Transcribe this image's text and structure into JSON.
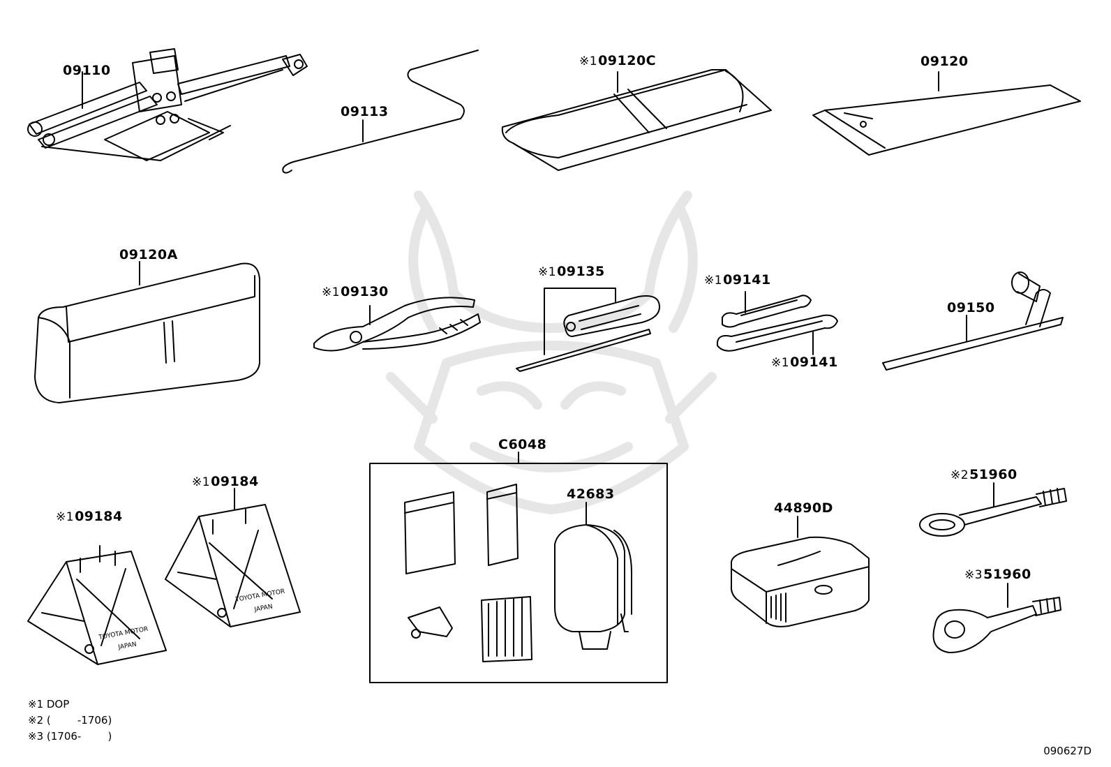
{
  "labels": {
    "jack": {
      "text": "09110",
      "mark": ""
    },
    "handle": {
      "text": "09113",
      "mark": ""
    },
    "bag_c": {
      "text": "09120C",
      "mark": "※1"
    },
    "bag": {
      "text": "09120",
      "mark": ""
    },
    "bag_a": {
      "text": "09120A",
      "mark": ""
    },
    "pliers": {
      "text": "09130",
      "mark": "※1"
    },
    "screwdriver": {
      "text": "09135",
      "mark": "※1"
    },
    "wrench_top": {
      "text": "09141",
      "mark": "※1"
    },
    "wrench_bottom": {
      "text": "09141",
      "mark": "※1"
    },
    "lug_wrench": {
      "text": "09150",
      "mark": ""
    },
    "kit": {
      "text": "C6048",
      "mark": ""
    },
    "compressor": {
      "text": "42683",
      "mark": ""
    },
    "sealant": {
      "text": "44890D",
      "mark": ""
    },
    "chock_left": {
      "text": "09184",
      "mark": "※1"
    },
    "chock_right": {
      "text": "09184",
      "mark": "※1"
    },
    "tow_hook_2": {
      "text": "51960",
      "mark": "※2"
    },
    "tow_hook_3": {
      "text": "51960",
      "mark": "※3"
    }
  },
  "chock_print": {
    "line1": "TOYOTA MOTOR",
    "line2": "JAPAN"
  },
  "legend": [
    "※1 DOP",
    "※2 (        -1706)",
    "※3 (1706-        )"
  ],
  "diagram_code": "090627D",
  "colors": {
    "line": "#000000",
    "watermark": "#e6e6e6",
    "background": "#ffffff"
  }
}
